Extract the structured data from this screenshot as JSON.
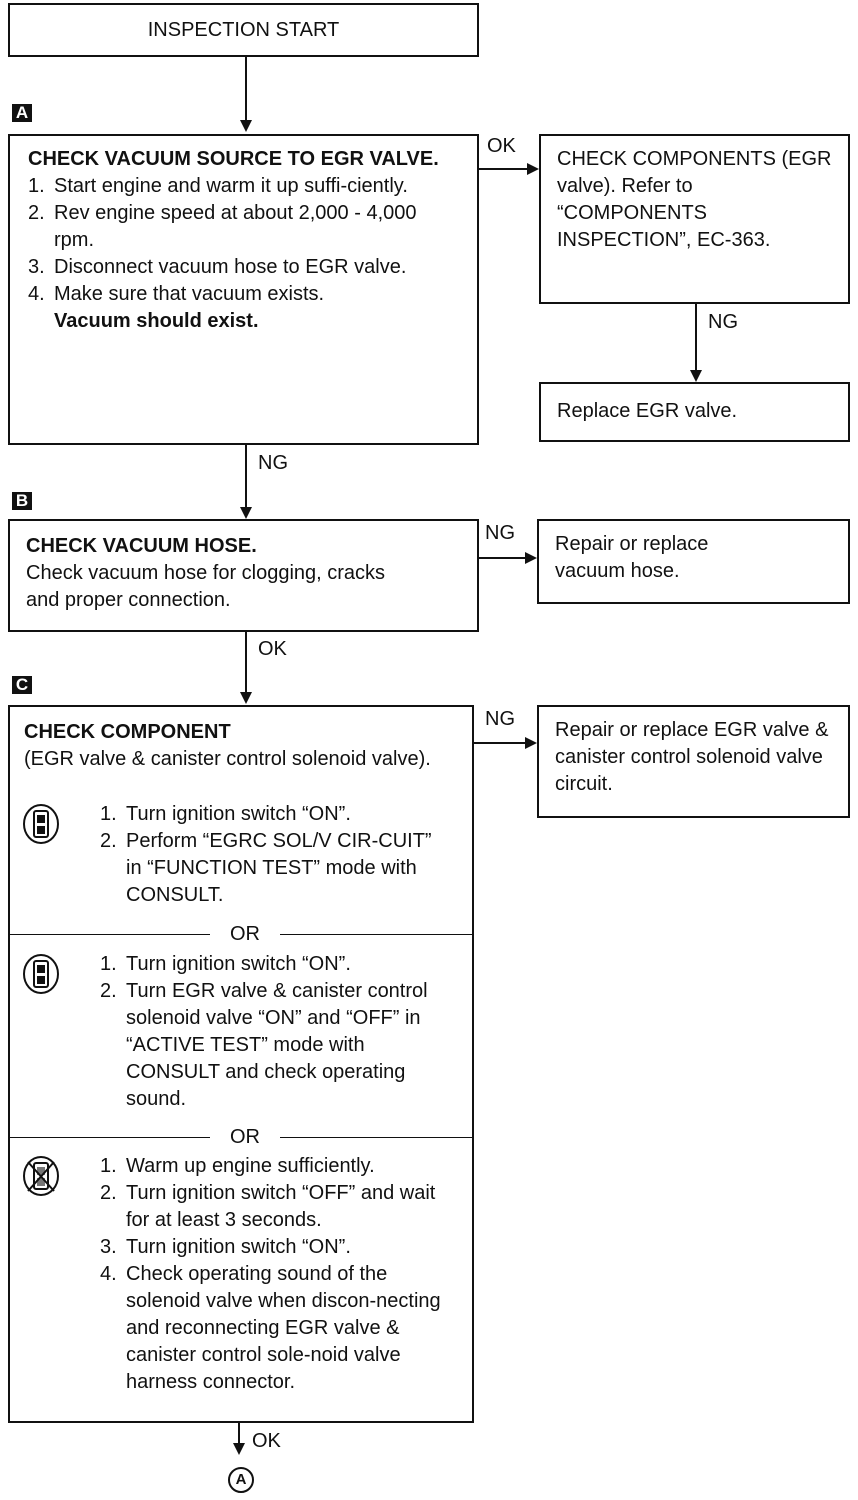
{
  "start": {
    "label": "INSPECTION START"
  },
  "badges": {
    "a": "A",
    "b": "B",
    "c": "C"
  },
  "connector": {
    "label": "A"
  },
  "labels": {
    "ok": "OK",
    "ng": "NG"
  },
  "box_a": {
    "title": "CHECK VACUUM SOURCE TO EGR VALVE.",
    "steps": [
      {
        "n": "1.",
        "text": "Start engine and warm it up suffi-ciently."
      },
      {
        "n": "2.",
        "text": "Rev engine speed at about 2,000 - 4,000 rpm."
      },
      {
        "n": "3.",
        "text": "Disconnect vacuum hose to EGR valve."
      },
      {
        "n": "4.",
        "text": "Make sure that vacuum exists."
      }
    ],
    "emphasis": "Vacuum should exist."
  },
  "box_a_ok": {
    "text": "CHECK COMPONENTS (EGR valve). Refer to “COMPONENTS INSPECTION”, EC-363."
  },
  "box_a_ok_ng": {
    "text": "Replace EGR valve."
  },
  "box_b": {
    "title": "CHECK VACUUM HOSE.",
    "text": "Check vacuum hose for clogging, cracks and proper connection."
  },
  "box_b_ng": {
    "text": "Repair or replace vacuum hose."
  },
  "box_c": {
    "title": "CHECK COMPONENT",
    "subtitle": "(EGR valve & canister control solenoid valve).",
    "or_label": "OR",
    "method1": [
      {
        "n": "1.",
        "text": "Turn ignition switch “ON”."
      },
      {
        "n": "2.",
        "text": "Perform “EGRC SOL/V CIR-CUIT” in “FUNCTION TEST” mode with CONSULT."
      }
    ],
    "method2": [
      {
        "n": "1.",
        "text": "Turn ignition switch “ON”."
      },
      {
        "n": "2.",
        "text": "Turn EGR valve & canister control solenoid valve “ON” and “OFF” in “ACTIVE TEST” mode with CONSULT and check operating sound."
      }
    ],
    "method3": [
      {
        "n": "1.",
        "text": "Warm up engine sufficiently."
      },
      {
        "n": "2.",
        "text": "Turn ignition switch “OFF” and wait for at least 3 seconds."
      },
      {
        "n": "3.",
        "text": "Turn ignition switch “ON”."
      },
      {
        "n": "4.",
        "text": "Check operating sound of the solenoid valve when discon-necting and reconnecting EGR valve & canister control sole-noid valve harness connector."
      }
    ]
  },
  "box_c_ng": {
    "text": "Repair or replace EGR valve & canister control solenoid valve circuit."
  },
  "icons": {
    "consult": "consult-tester-icon",
    "no_tools": "no-tools-icon"
  }
}
